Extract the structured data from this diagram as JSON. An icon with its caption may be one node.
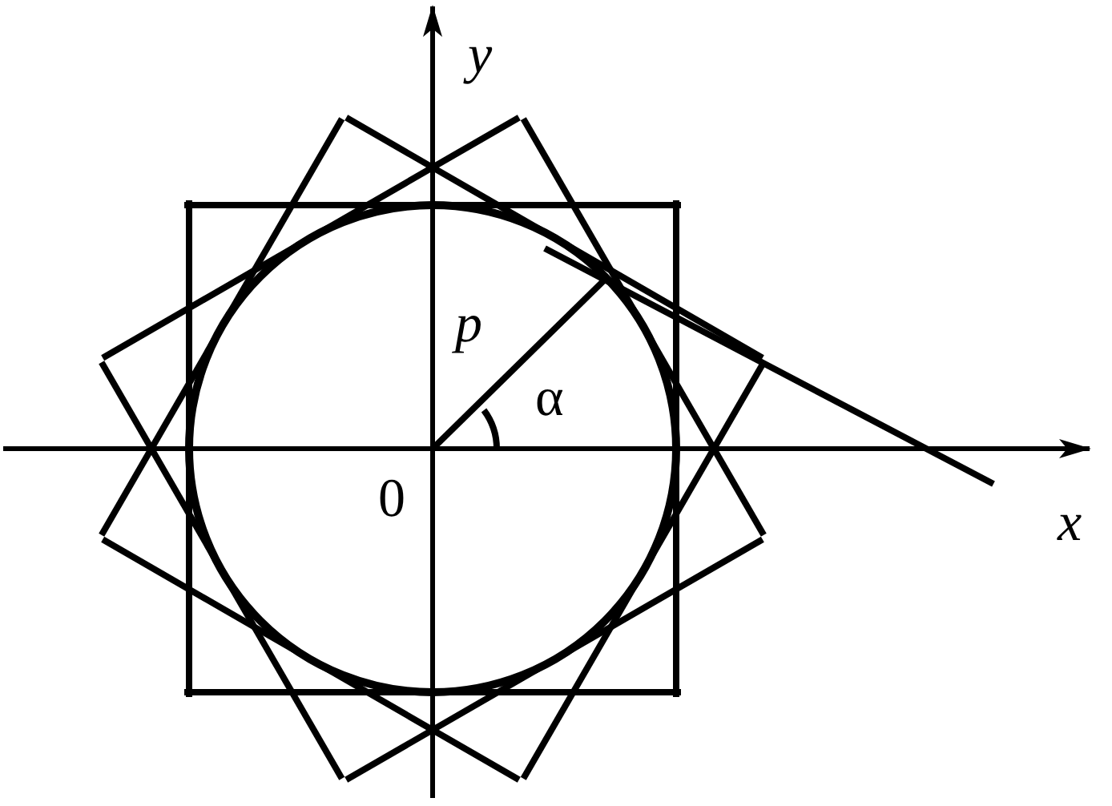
{
  "diagram": {
    "labels": [
      "y",
      "p",
      "α",
      "0",
      "x"
    ]
  }
}
